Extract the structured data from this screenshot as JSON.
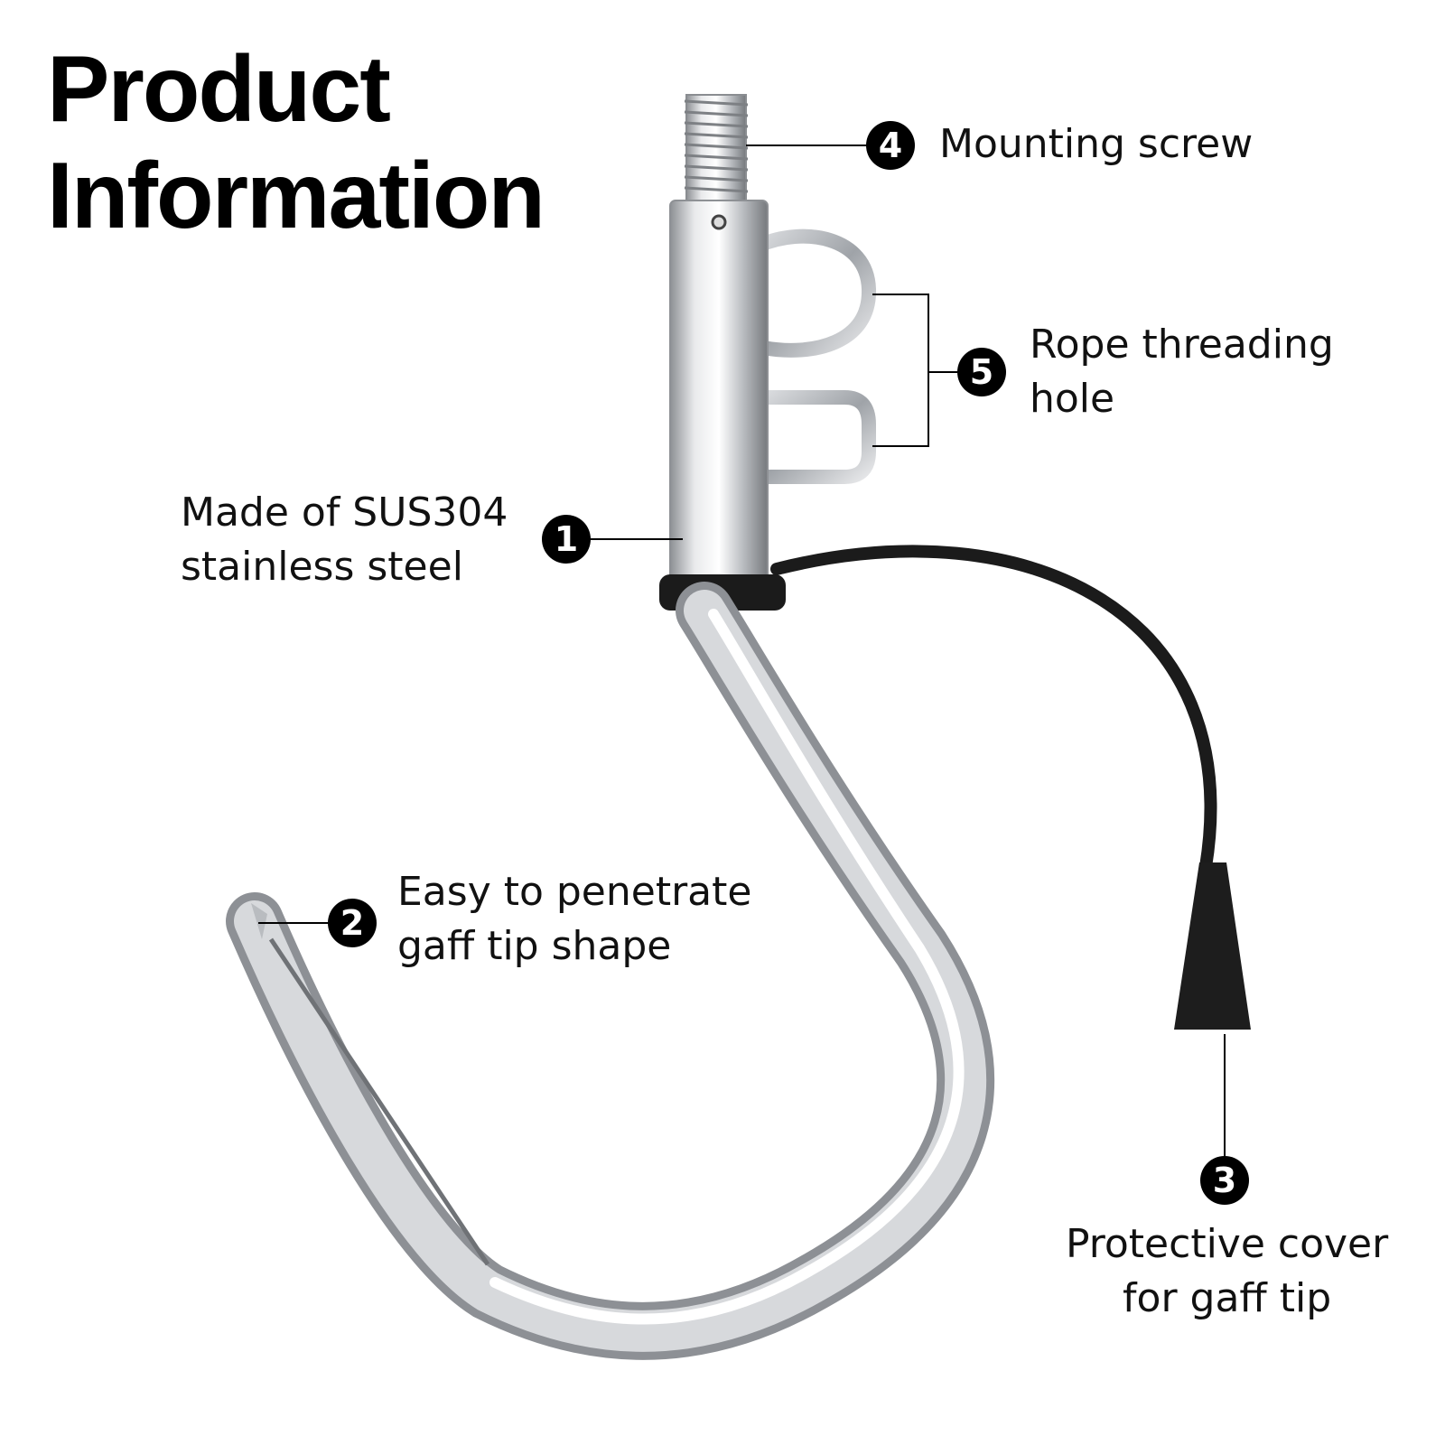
{
  "title": {
    "line1": "Product",
    "line2": "Information"
  },
  "callouts": [
    {
      "number": "1",
      "lines": [
        "Made of SUS304",
        "stainless steel"
      ]
    },
    {
      "number": "2",
      "lines": [
        "Easy to penetrate",
        "gaff tip shape"
      ]
    },
    {
      "number": "3",
      "lines": [
        "Protective cover",
        "for gaff tip"
      ]
    },
    {
      "number": "4",
      "lines": [
        "Mounting screw"
      ]
    },
    {
      "number": "5",
      "lines": [
        "Rope threading",
        "hole"
      ]
    }
  ]
}
